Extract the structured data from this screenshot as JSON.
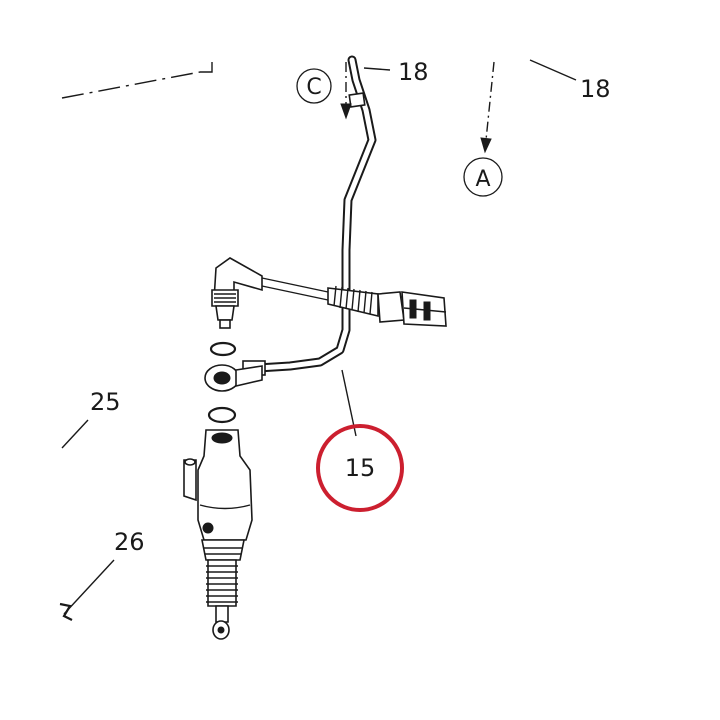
{
  "callouts": {
    "c_top_left_18": "18",
    "c_top_right_18": "18",
    "c_15": "15",
    "c_25": "25",
    "c_26": "26"
  },
  "view_markers": {
    "marker_c": "C",
    "marker_a": "A"
  },
  "highlight": {
    "target": "15",
    "color": "#cc1f2f"
  }
}
